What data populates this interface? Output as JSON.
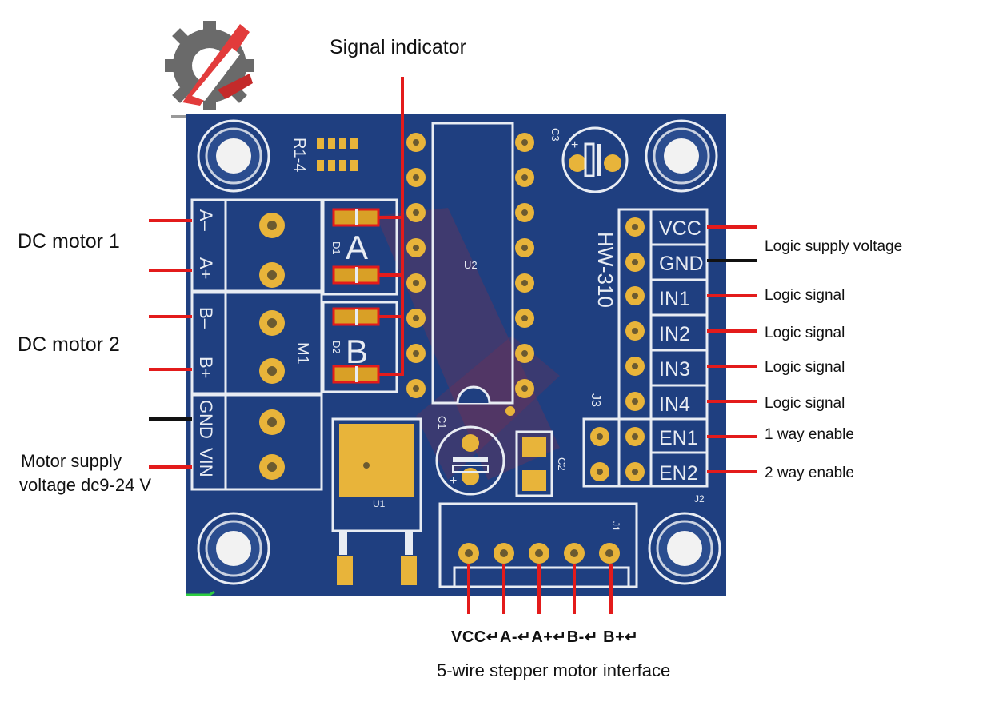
{
  "colors": {
    "board": "#1f3f80",
    "silk": "#e8ecf3",
    "pad": "#e8b43a",
    "pad_fill": "#d9a026",
    "lead_red": "#e31b1b",
    "lead_black": "#111111",
    "hole": "#f2f2f2"
  },
  "board": {
    "model": "HW-310",
    "ic_label": "U2",
    "terminal_label": "M1",
    "resistor_label": "R1-4",
    "led_a": "A",
    "led_b": "B",
    "d1": "D1",
    "d2": "D2",
    "c1": "C1",
    "c2": "C2",
    "c3": "C3",
    "u1": "U1",
    "j1": "J1",
    "j2": "J2",
    "j3": "J3",
    "terminal_pins": [
      "A–",
      "A+",
      "B–",
      "B+",
      "GND",
      "VIN"
    ],
    "header_pins": [
      "VCC",
      "GND",
      "IN1",
      "IN2",
      "IN3",
      "IN4",
      "EN1",
      "EN2"
    ]
  },
  "annotations": {
    "signal_indicator": "Signal indicator",
    "dc_motor_1": "DC motor 1",
    "dc_motor_2": "DC motor 2",
    "motor_supply_line1": "Motor supply",
    "motor_supply_line2": "voltage dc9-24 V",
    "logic_supply": "Logic supply voltage",
    "logic_signal_1": "Logic signal",
    "logic_signal_2": "Logic signal",
    "logic_signal_3": "Logic signal",
    "logic_signal_4": "Logic signal",
    "enable_1": "1 way enable",
    "enable_2": "2 way enable",
    "stepper_pins": "VCC↵A-↵A+↵B-↵ B+↵",
    "stepper_interface": "5-wire stepper motor interface"
  }
}
